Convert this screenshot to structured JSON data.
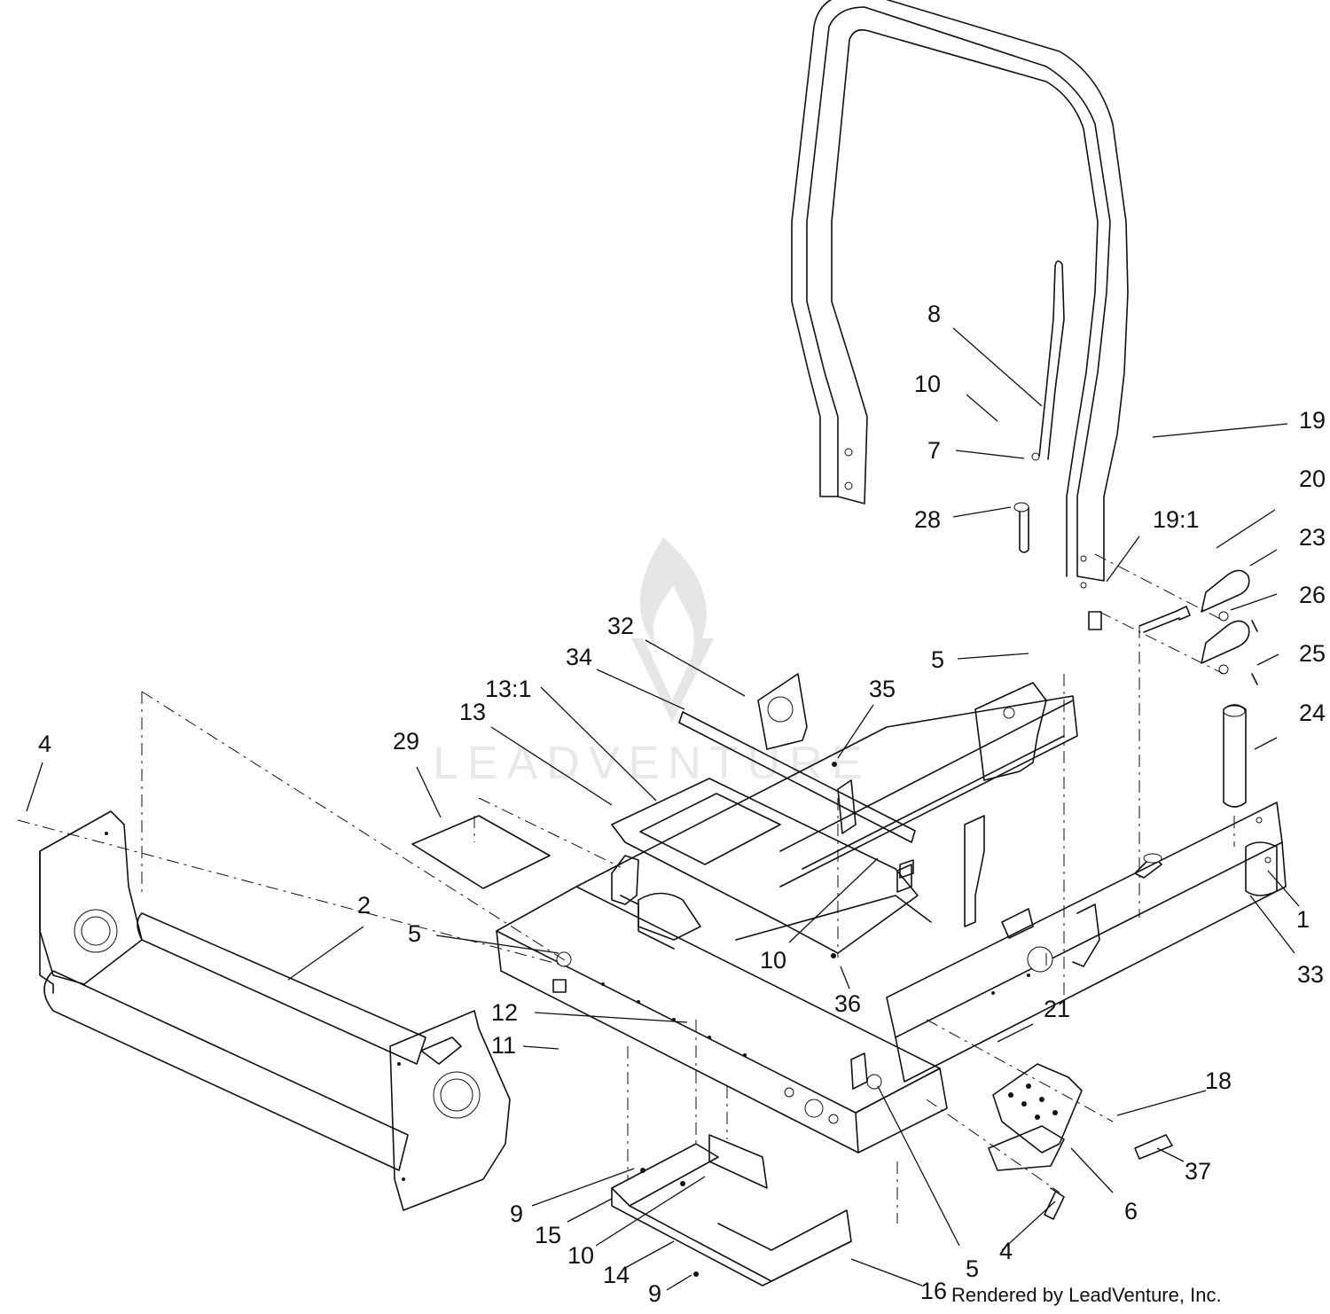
{
  "watermark": "LEADVENTURE",
  "credit": "Rendered by LeadVenture, Inc.",
  "callouts": {
    "c8": "8",
    "c10a": "10",
    "c19": "19",
    "c7": "7",
    "c20": "20",
    "c28": "28",
    "c19_1": "19:1",
    "c23": "23",
    "c26": "26",
    "c32": "32",
    "c5a": "5",
    "c25": "25",
    "c34": "34",
    "c13_1": "13:1",
    "c35": "35",
    "c24": "24",
    "c13": "13",
    "c4a": "4",
    "c29": "29",
    "c2": "2",
    "c1": "1",
    "c5b": "5",
    "c10b": "10",
    "c33": "33",
    "c36": "36",
    "c12": "12",
    "c21": "21",
    "c11": "11",
    "c18": "18",
    "c37": "37",
    "c9a": "9",
    "c6": "6",
    "c15": "15",
    "c10c": "10",
    "c5c": "5",
    "c4b": "4",
    "c14": "14",
    "c16": "16",
    "c9b": "9"
  }
}
